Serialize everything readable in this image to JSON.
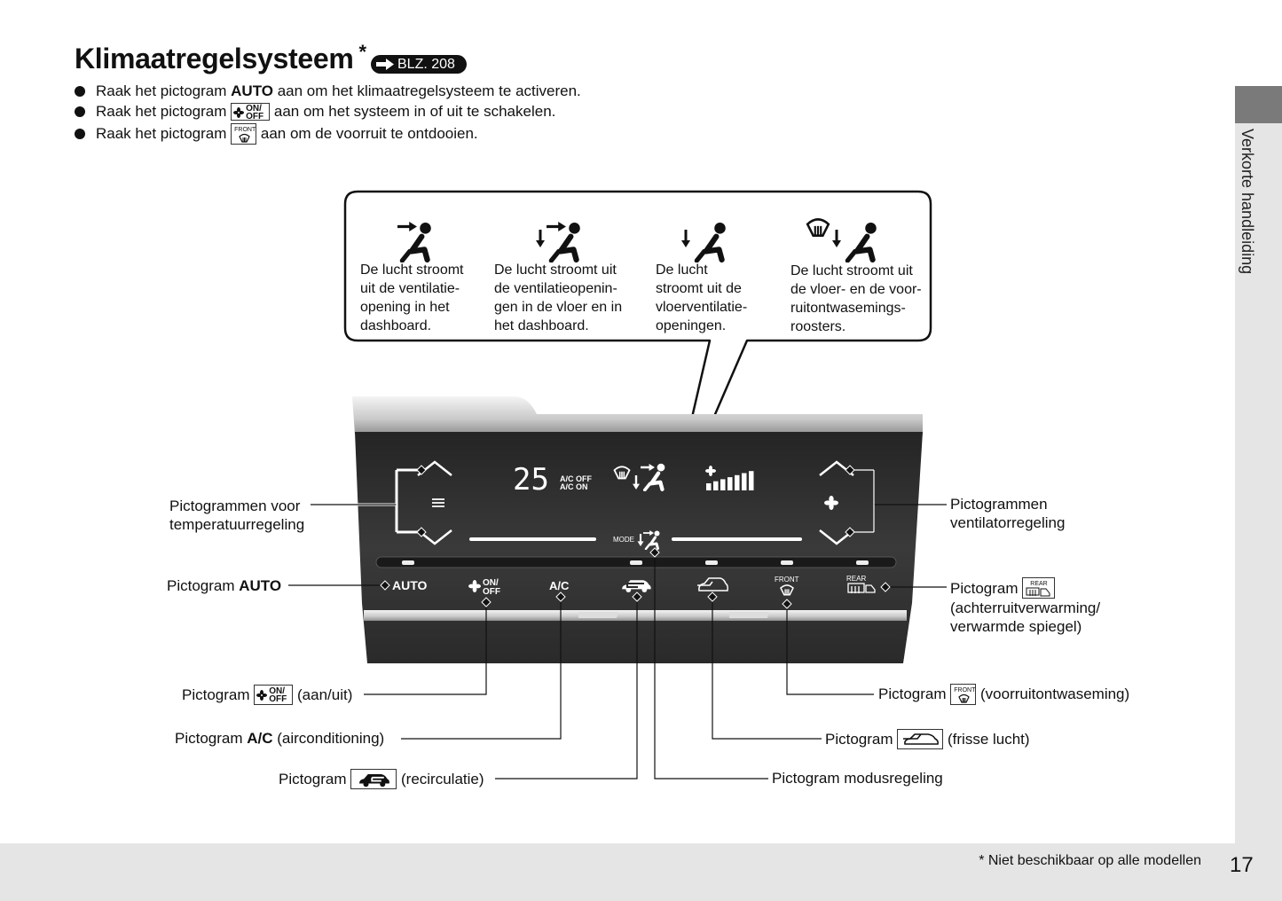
{
  "header": {
    "title": "Klimaatregelsysteem",
    "asterisk": "*",
    "ref_badge": "BLZ. 208"
  },
  "bullets": [
    {
      "prefix": "Raak het pictogram ",
      "bold": "AUTO",
      "suffix": " aan om het klimaatregelsysteem te activeren."
    },
    {
      "prefix": "Raak het pictogram ",
      "icon": "fan-on-off-icon",
      "suffix": " aan om het systeem in of uit te schakelen."
    },
    {
      "prefix": "Raak het pictogram ",
      "icon": "front-defrost-icon",
      "suffix": " aan om de voorruit te ontdooien."
    }
  ],
  "icon_text": {
    "on": "ON/",
    "off": "OFF",
    "front": "FRONT",
    "rear": "REAR"
  },
  "callout": [
    {
      "icon": "mode-dashboard-icon",
      "lines": [
        "De lucht stroomt",
        "uit de ventilatie-",
        "opening in het",
        "dashboard."
      ]
    },
    {
      "icon": "mode-floor-dashboard-icon",
      "lines": [
        "De lucht stroomt uit",
        "de ventilatieopenin-",
        "gen in de vloer en in",
        "het dashboard."
      ]
    },
    {
      "icon": "mode-floor-icon",
      "lines": [
        "De lucht",
        "stroomt uit de",
        "vloerventilatie-",
        "openingen."
      ]
    },
    {
      "icon": "mode-floor-defrost-icon",
      "lines": [
        "De lucht stroomt uit",
        "de vloer- en de voor-",
        "ruitontwasemings-",
        "roosters."
      ]
    }
  ],
  "panel": {
    "temperature": "25",
    "ac_off": "A/C OFF",
    "ac_on": "A/C ON",
    "mode": "MODE",
    "auto": "AUTO",
    "ac": "A/C",
    "front": "FRONT",
    "rear": "REAR",
    "on": "ON/",
    "off": "OFF",
    "fan_level": 7
  },
  "labels": {
    "temp_1": "Pictogrammen voor",
    "temp_2": "temperatuurregeling",
    "fan_1": "Pictogrammen",
    "fan_2": "ventilatorregeling",
    "auto_prefix": "Pictogram ",
    "auto_bold": "AUTO",
    "rear_prefix": "Pictogram",
    "rear_1": "(achterruitverwarming/",
    "rear_2": "verwarmde spiegel)",
    "onoff_prefix": "Pictogram",
    "onoff_suffix": "(aan/uit)",
    "ac_prefix": "Pictogram ",
    "ac_bold": "A/C",
    "ac_suffix": " (airconditioning)",
    "recirc_prefix": "Pictogram",
    "recirc_suffix": "(recirculatie)",
    "mode": "Pictogram modusregeling",
    "fresh_prefix": "Pictogram",
    "fresh_suffix": "(frisse lucht)",
    "front_prefix": "Pictogram",
    "front_suffix": "(voorruitontwaseming)"
  },
  "sidebar": {
    "section": "Verkorte handleiding"
  },
  "footer": {
    "note": "* Niet beschikbaar op alle modellen",
    "page": "17"
  }
}
